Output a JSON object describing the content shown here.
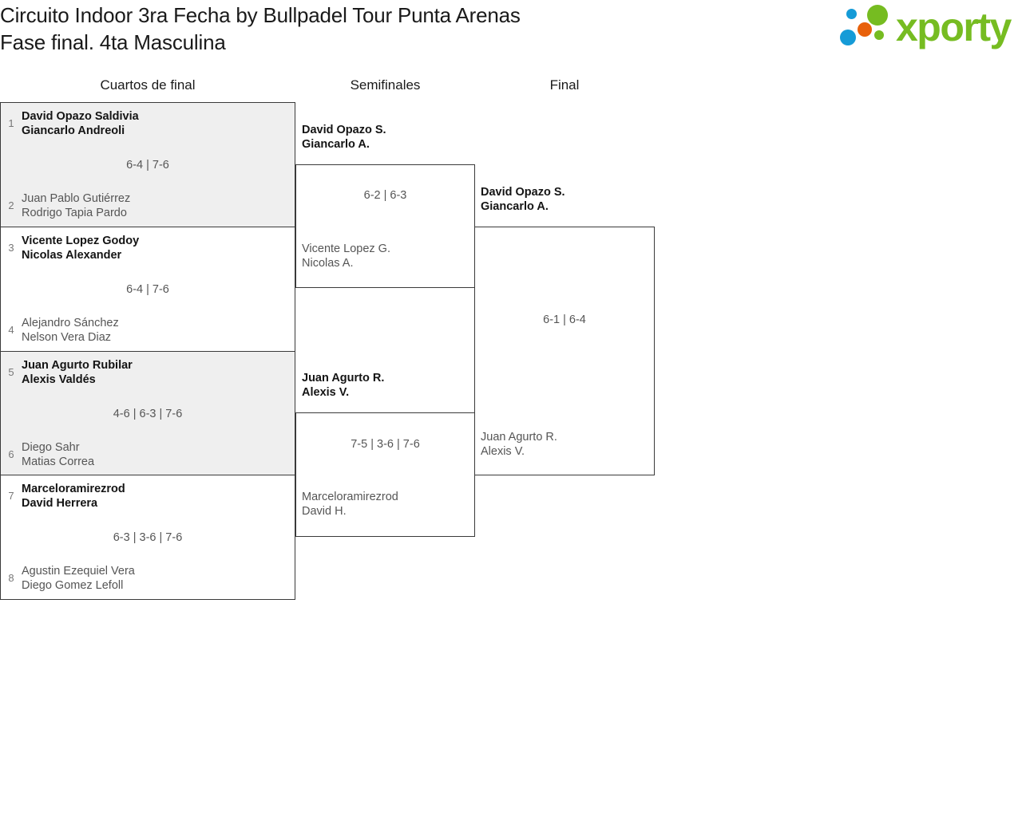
{
  "header": {
    "title_line_1": "Circuito Indoor 3ra Fecha by Bullpadel Tour Punta Arenas",
    "title_line_2": "Fase final. 4ta Masculina",
    "logo": {
      "wordmark": "xporty",
      "colors": {
        "green": "#76bc21",
        "orange": "#e8610a",
        "blue": "#159bd7"
      }
    }
  },
  "rounds": [
    {
      "label": "Cuartos de final"
    },
    {
      "label": "Semifinales"
    },
    {
      "label": "Final"
    }
  ],
  "bracket": {
    "quarterfinals": [
      {
        "score": "6-4 | 7-6",
        "top": {
          "seed": "1",
          "player_1": "David Opazo Saldivia",
          "player_2": "Giancarlo Andreoli",
          "winner": true
        },
        "bottom": {
          "seed": "2",
          "player_1": "Juan Pablo Gutiérrez",
          "player_2": "Rodrigo Tapia Pardo",
          "winner": false
        }
      },
      {
        "score": "6-4 | 7-6",
        "top": {
          "seed": "3",
          "player_1": "Vicente Lopez Godoy",
          "player_2": "Nicolas Alexander",
          "winner": true
        },
        "bottom": {
          "seed": "4",
          "player_1": "Alejandro Sánchez",
          "player_2": "Nelson Vera Diaz",
          "winner": false
        }
      },
      {
        "score": "4-6 | 6-3 | 7-6",
        "top": {
          "seed": "5",
          "player_1": "Juan Agurto Rubilar",
          "player_2": "Alexis Valdés",
          "winner": true
        },
        "bottom": {
          "seed": "6",
          "player_1": "Diego Sahr",
          "player_2": "Matias Correa",
          "winner": false
        }
      },
      {
        "score": "6-3 | 3-6 | 7-6",
        "top": {
          "seed": "7",
          "player_1": "Marceloramirezrod",
          "player_2": "David Herrera",
          "winner": true
        },
        "bottom": {
          "seed": "8",
          "player_1": "Agustin Ezequiel Vera",
          "player_2": "Diego Gomez Lefoll",
          "winner": false
        }
      }
    ],
    "semifinals": [
      {
        "score": "6-2 | 6-3",
        "top": {
          "player_1": "David Opazo S.",
          "player_2": "Giancarlo A.",
          "winner": true
        },
        "bottom": {
          "player_1": "Vicente Lopez G.",
          "player_2": "Nicolas A.",
          "winner": false
        }
      },
      {
        "score": "7-5 | 3-6 | 7-6",
        "top": {
          "player_1": "Juan Agurto R.",
          "player_2": "Alexis V.",
          "winner": true
        },
        "bottom": {
          "player_1": "Marceloramirezrod",
          "player_2": "David H.",
          "winner": false
        }
      }
    ],
    "final": [
      {
        "score": "6-1 | 6-4",
        "top": {
          "player_1": "David Opazo S.",
          "player_2": "Giancarlo A.",
          "winner": true
        },
        "bottom": {
          "player_1": "Juan Agurto R.",
          "player_2": "Alexis V.",
          "winner": false
        }
      }
    ]
  }
}
